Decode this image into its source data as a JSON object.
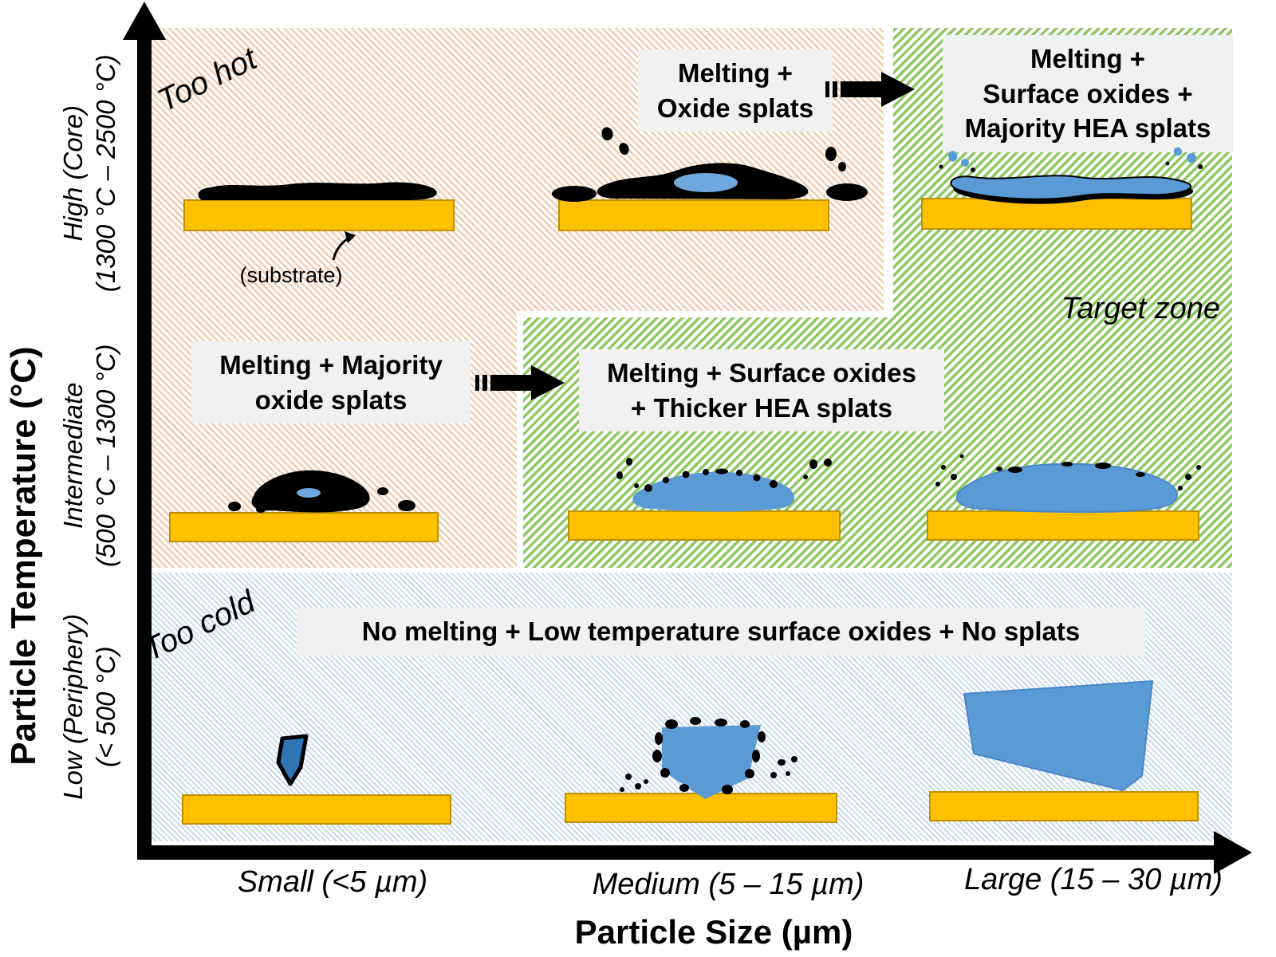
{
  "figure_type": "process-map diagram of splat formation vs particle size and temperature",
  "y_axis": {
    "title": "Particle Temperature (°C)",
    "ticks": [
      {
        "line1": "High (Core)",
        "line2": "(1300 °C – 2500 °C)"
      },
      {
        "line1": "Intermediate",
        "line2": "(500 °C – 1300 °C)"
      },
      {
        "line1": "Low (Periphery)",
        "line2": "(< 500 °C)"
      }
    ]
  },
  "x_axis": {
    "title": "Particle Size (µm)",
    "ticks": [
      "Small (<5 µm)",
      "Medium (5 – 15 µm)",
      "Large (15 – 30 µm)"
    ]
  },
  "zones": {
    "too_hot": {
      "label": "Too hot",
      "hatch_color": "#f2cbae"
    },
    "target": {
      "label": "Target zone",
      "hatch_color": "#8dc963"
    },
    "too_cold": {
      "label": "Too cold",
      "hatch_color": "#c7d9ed"
    }
  },
  "labels": {
    "melting_oxide": [
      "Melting +",
      "Oxide splats"
    ],
    "melting_surface_majority": [
      "Melting +",
      "Surface oxides +",
      "Majority HEA splats"
    ],
    "melting_majority": [
      "Melting + Majority",
      "oxide splats"
    ],
    "melting_surface_thicker": [
      "Melting + Surface oxides",
      "+ Thicker HEA splats"
    ],
    "no_melting": "No melting + Low temperature surface oxides + No splats"
  },
  "annotations": {
    "substrate": "(substrate)"
  },
  "colors": {
    "substrate_fill": "#FFC000",
    "substrate_border": "#BF9000",
    "splat_blue": "#5B9BD5",
    "splat_core_blue": "#6FA8DC",
    "cold_particle_blue": "#2E75B6",
    "oxide_black": "#000000",
    "label_box_bg": "#f1f1f1"
  }
}
